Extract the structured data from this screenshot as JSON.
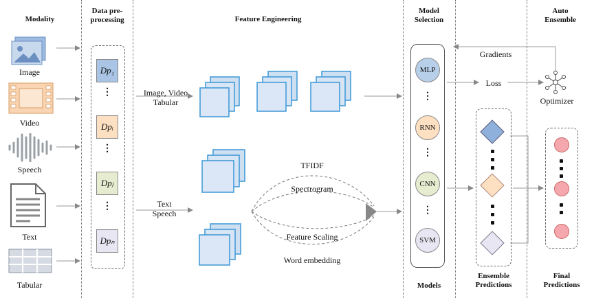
{
  "headers": {
    "modality": "Modality",
    "preprocessing": "Data pre-\nprocessing",
    "feature_engineering": "Feature Engineering",
    "model_selection": "Model\nSelection",
    "auto_ensemble": "Auto\nEnsemble"
  },
  "modalities": [
    "Image",
    "Video",
    "Speech",
    "Text",
    "Tabular"
  ],
  "dp_blocks": [
    {
      "label": "Dp₁",
      "color": "#a9c4e4"
    },
    {
      "label": "Dpᵢ",
      "color": "#fde0c2"
    },
    {
      "label": "Dpⱼ",
      "color": "#e6ecd0"
    },
    {
      "label": "Dpₙ",
      "color": "#e8e6f2"
    }
  ],
  "flow_labels": {
    "upper_input": "Image, Video\nTabular",
    "lower_input": "Text\nSpeech",
    "tfidf": "TFIDF",
    "spectrogram": "Spectrogram",
    "feature_scaling": "Feature Scaling",
    "word_embedding": "Word embedding"
  },
  "models": [
    {
      "label": "MLP",
      "color": "#b7cfe8"
    },
    {
      "label": "RNN",
      "color": "#fde0c2"
    },
    {
      "label": "CNN",
      "color": "#e6ecd0"
    },
    {
      "label": "SVM",
      "color": "#e8e6f2"
    }
  ],
  "loop_labels": {
    "gradients": "Gradients",
    "loss": "Loss",
    "optimizer": "Optimizer"
  },
  "footer": {
    "models": "Models",
    "ensemble_predictions": "Ensemble\nPredictions",
    "final_predictions": "Final\nPredictions"
  },
  "colors": {
    "cube_front": "#dbe6f6",
    "cube_edge": "#3b97d6",
    "ensemble_diamonds": [
      "#8fb0da",
      "#fde0c2",
      "#e8e6f2"
    ],
    "final_dot": "#f4a7ac"
  },
  "icons": {
    "image": "picture-icon",
    "video": "film-strip-icon",
    "speech": "waveform-icon",
    "text": "document-icon",
    "tabular": "table-icon",
    "optimizer": "network-node-icon"
  }
}
